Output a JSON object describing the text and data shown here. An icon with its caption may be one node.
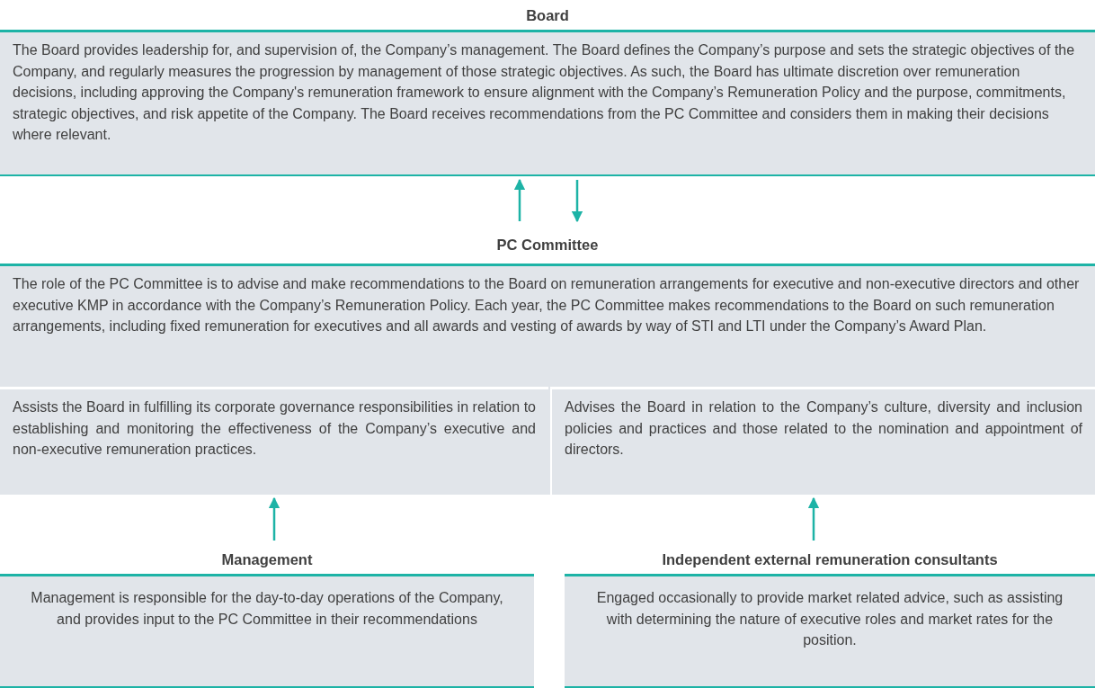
{
  "diagram": {
    "nodes": [
      {
        "text": [
          "Board",
          "The Board provides leadership for, and supervision of, the Company’s management. The Board defines the Company’s purpose and sets the strategic objectives of the Company, and regularly measures the progression by management of those strategic objectives. As such, the Board has ultimate discretion over remuneration decisions, including approving the Company's remuneration framework to ensure alignment with the Company’s Remuneration Policy and the purpose, commitments, strategic objectives, and risk appetite of the Company. The Board receives recommendations from the PC Committee and considers them in making their decisions where relevant."
        ]
      },
      {
        "text": [
          "PC Committee",
          "The role of the PC Committee is to advise and make recommendations to the Board on remuneration arrangements for executive and non-executive directors and other executive KMP in accordance with the Company’s Remuneration Policy. Each year, the PC Committee makes recommendations to the Board on such remuneration arrangements, including fixed remuneration for executives and all awards and vesting of awards by way of STI and LTI under the Company’s Award Plan."
        ]
      },
      {
        "text": [
          "Assists the Board in fulfilling its corporate governance responsibilities in relation to establishing and monitoring the effectiveness of the Company’s executive and non-executive remuneration practices."
        ],
        "in": 1
      },
      {
        "text": [
          "Advises the Board in relation to the Company’s culture, diversity and inclusion policies and practices and those related to the nomination and appointment of directors."
        ],
        "in": 1
      },
      {
        "text": [
          "Management",
          "Management is responsible for the day-to-day operations of the Company, and provides input to the PC Committee in their recommendations"
        ]
      },
      {
        "text": [
          "Independent external remuneration consultants",
          "Engaged occasionally to provide market related advice, such as assisting with determining the nature of executive roles and market rates for the position."
        ]
      }
    ],
    "edges": [
      {
        "from": 1,
        "to": 0,
        "arrow": "to"
      },
      {
        "from": 0,
        "to": 1,
        "arrow": "to"
      },
      {
        "from": 4,
        "to": 2,
        "arrow": "to"
      },
      {
        "from": 5,
        "to": 3,
        "arrow": "to"
      }
    ]
  }
}
